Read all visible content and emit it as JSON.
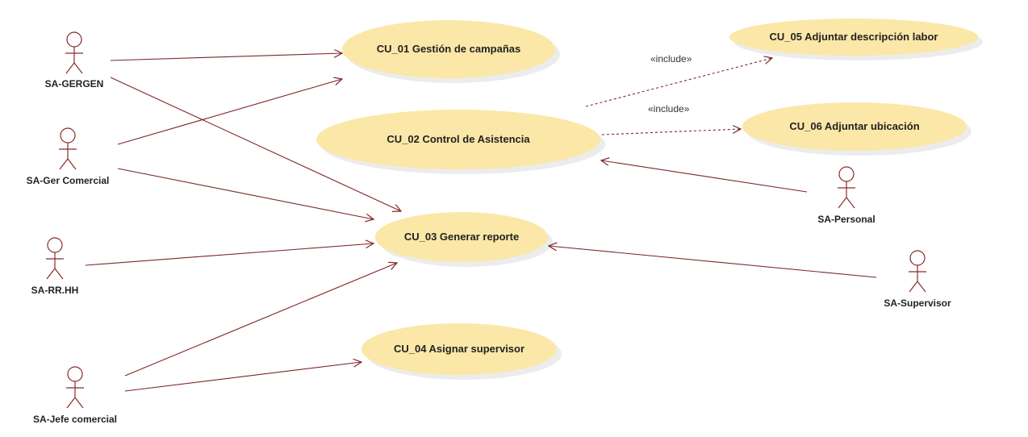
{
  "colors": {
    "use_case_fill": "#fbe7a7",
    "use_case_shadow": "#ececec",
    "line": "#7f2626",
    "actor": "#8a2a2a"
  },
  "actors": [
    {
      "id": "gergen",
      "label": "SA-GERGEN"
    },
    {
      "id": "ger-comercial",
      "label": "SA-Ger Comercial"
    },
    {
      "id": "rrhh",
      "label": "SA-RR.HH"
    },
    {
      "id": "jefe-comercial",
      "label": "SA-Jefe comercial"
    },
    {
      "id": "personal",
      "label": "SA-Personal"
    },
    {
      "id": "supervisor",
      "label": "SA-Supervisor"
    }
  ],
  "use_cases": [
    {
      "id": "cu01",
      "label": "CU_01 Gestión de campañas"
    },
    {
      "id": "cu02",
      "label": "CU_02 Control de Asistencia"
    },
    {
      "id": "cu03",
      "label": "CU_03 Generar reporte"
    },
    {
      "id": "cu04",
      "label": "CU_04 Asignar supervisor"
    },
    {
      "id": "cu05",
      "label": "CU_05 Adjuntar descripción labor"
    },
    {
      "id": "cu06",
      "label": "CU_06 Adjuntar ubicación"
    }
  ],
  "relations": [
    {
      "from": "gergen",
      "to": "cu01",
      "type": "association"
    },
    {
      "from": "gergen",
      "to": "cu03",
      "type": "association"
    },
    {
      "from": "ger-comercial",
      "to": "cu01",
      "type": "association"
    },
    {
      "from": "ger-comercial",
      "to": "cu03",
      "type": "association"
    },
    {
      "from": "rrhh",
      "to": "cu03",
      "type": "association"
    },
    {
      "from": "jefe-comercial",
      "to": "cu03",
      "type": "association"
    },
    {
      "from": "jefe-comercial",
      "to": "cu04",
      "type": "association"
    },
    {
      "from": "personal",
      "to": "cu02",
      "type": "association"
    },
    {
      "from": "supervisor",
      "to": "cu03",
      "type": "association"
    },
    {
      "from": "cu02",
      "to": "cu05",
      "type": "include",
      "label": "«include»"
    },
    {
      "from": "cu02",
      "to": "cu06",
      "type": "include",
      "label": "«include»"
    }
  ]
}
